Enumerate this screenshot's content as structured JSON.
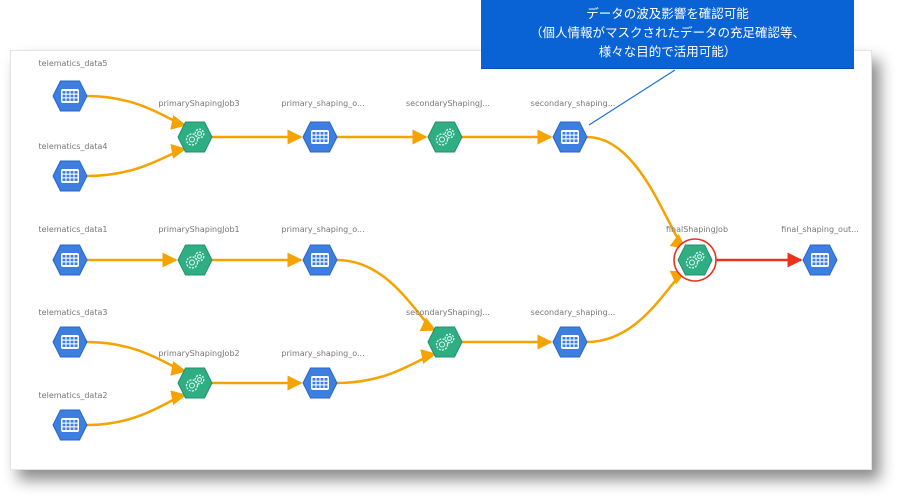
{
  "colors": {
    "dataset_fill": "#3d7fe0",
    "dataset_border": "#2a66c4",
    "job_fill": "#2fae84",
    "job_border": "#23906c",
    "edge": "#f5a300",
    "highlight_edge": "#e8341c",
    "highlight_ring": "#e8341c",
    "callout_bg": "#0a63d4",
    "callout_pointer": "#1a6fd6"
  },
  "callout": {
    "lines": [
      "データの波及影響を確認可能",
      "（個人情報がマスクされたデータの充足確認等、",
      "様々な目的で活用可能）"
    ]
  },
  "nodes": [
    {
      "id": "d5",
      "type": "dataset",
      "icon": "table-icon",
      "label": "telematics_data5"
    },
    {
      "id": "d4",
      "type": "dataset",
      "icon": "table-icon",
      "label": "telematics_data4"
    },
    {
      "id": "d1",
      "type": "dataset",
      "icon": "table-icon",
      "label": "telematics_data1"
    },
    {
      "id": "d3",
      "type": "dataset",
      "icon": "table-icon",
      "label": "telematics_data3"
    },
    {
      "id": "d2",
      "type": "dataset",
      "icon": "table-icon",
      "label": "telematics_data2"
    },
    {
      "id": "pj3",
      "type": "job",
      "icon": "gears-icon",
      "label": "primaryShapingJob3"
    },
    {
      "id": "pj1",
      "type": "job",
      "icon": "gears-icon",
      "label": "primaryShapingJob1"
    },
    {
      "id": "pj2",
      "type": "job",
      "icon": "gears-icon",
      "label": "primaryShapingJob2"
    },
    {
      "id": "po3",
      "type": "dataset",
      "icon": "table-icon",
      "label": "primary_shaping_o..."
    },
    {
      "id": "po1",
      "type": "dataset",
      "icon": "table-icon",
      "label": "primary_shaping_o..."
    },
    {
      "id": "po2",
      "type": "dataset",
      "icon": "table-icon",
      "label": "primary_shaping_o..."
    },
    {
      "id": "sj1",
      "type": "job",
      "icon": "gears-icon",
      "label": "secondaryShapingJ..."
    },
    {
      "id": "sj2",
      "type": "job",
      "icon": "gears-icon",
      "label": "secondaryShapingJ..."
    },
    {
      "id": "so1",
      "type": "dataset",
      "icon": "table-icon",
      "label": "secondary_shaping..."
    },
    {
      "id": "so2",
      "type": "dataset",
      "icon": "table-icon",
      "label": "secondary_shaping..."
    },
    {
      "id": "fj",
      "type": "job",
      "icon": "gears-icon",
      "label": "finalShapingJob",
      "highlighted": true
    },
    {
      "id": "fo",
      "type": "dataset",
      "icon": "table-icon",
      "label": "final_shaping_out..."
    }
  ],
  "edges": [
    {
      "from": "d5",
      "to": "pj3"
    },
    {
      "from": "d4",
      "to": "pj3"
    },
    {
      "from": "pj3",
      "to": "po3"
    },
    {
      "from": "po3",
      "to": "sj1"
    },
    {
      "from": "sj1",
      "to": "so1"
    },
    {
      "from": "so1",
      "to": "fj"
    },
    {
      "from": "d1",
      "to": "pj1"
    },
    {
      "from": "pj1",
      "to": "po1"
    },
    {
      "from": "po1",
      "to": "sj2"
    },
    {
      "from": "d3",
      "to": "pj2"
    },
    {
      "from": "d2",
      "to": "pj2"
    },
    {
      "from": "pj2",
      "to": "po2"
    },
    {
      "from": "po2",
      "to": "sj2"
    },
    {
      "from": "sj2",
      "to": "so2"
    },
    {
      "from": "so2",
      "to": "fj"
    },
    {
      "from": "fj",
      "to": "fo",
      "highlighted": true
    }
  ],
  "callout_target": "so1"
}
